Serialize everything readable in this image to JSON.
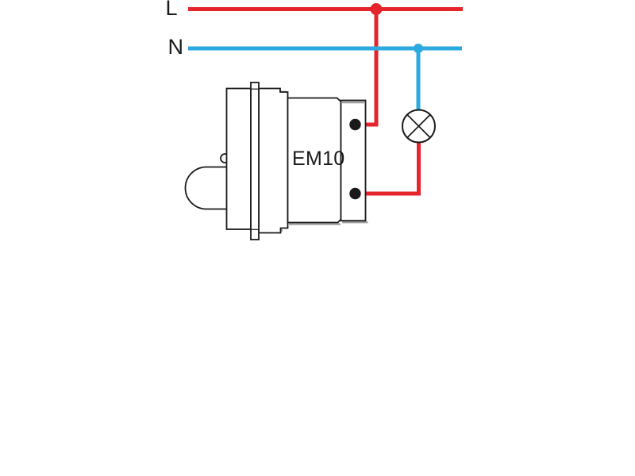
{
  "labels": {
    "live": "L",
    "neutral": "N",
    "device_model": "EM10"
  },
  "symbols": {
    "lamp": "circle-with-cross-lamp-symbol",
    "junction": "filled-dot",
    "terminal": "filled-dot"
  },
  "colors": {
    "live_wire": "#E5242C",
    "neutral_wire": "#2CA9E0",
    "outline": "#1A1A1A",
    "shadow": "#A0A0A0",
    "background": "#FFFFFF"
  }
}
